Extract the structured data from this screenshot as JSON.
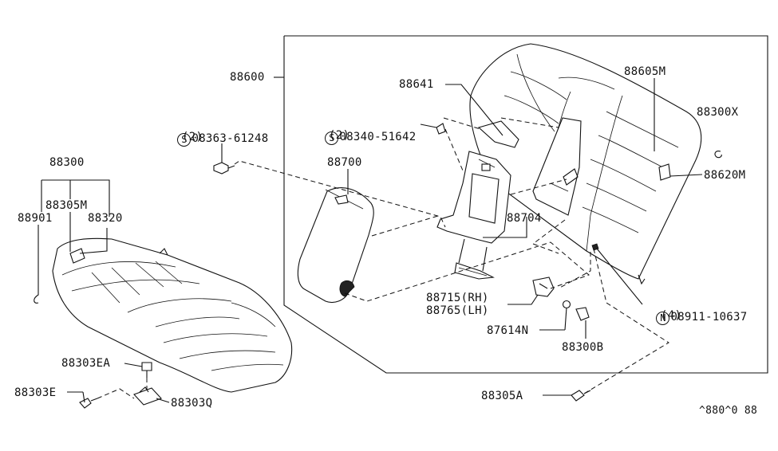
{
  "labels": {
    "p88600": "88600",
    "p88641": "88641",
    "p88605M": "88605M",
    "p88300X": "88300X",
    "p88620M": "88620M",
    "s08363_code": "08363-61248",
    "s08363_qty": "(2)",
    "s08340_code": "08340-51642",
    "s08340_qty": "(2)",
    "p88700": "88700",
    "p88704": "88704",
    "p88300": "88300",
    "p88305M": "88305M",
    "p88901": "88901",
    "p88320": "88320",
    "p88715": "88715(RH)",
    "p88765": "88765(LH)",
    "p87614N": "87614N",
    "p88300B": "88300B",
    "n08911_code": "08911-10637",
    "n08911_qty": "(4)",
    "p88303EA": "88303EA",
    "p88303E": "88303E",
    "p88303Q": "88303Q",
    "p88305A": "88305A",
    "ref_code": "^880^0 88"
  },
  "symbols": {
    "screw": "S",
    "nut": "N"
  }
}
